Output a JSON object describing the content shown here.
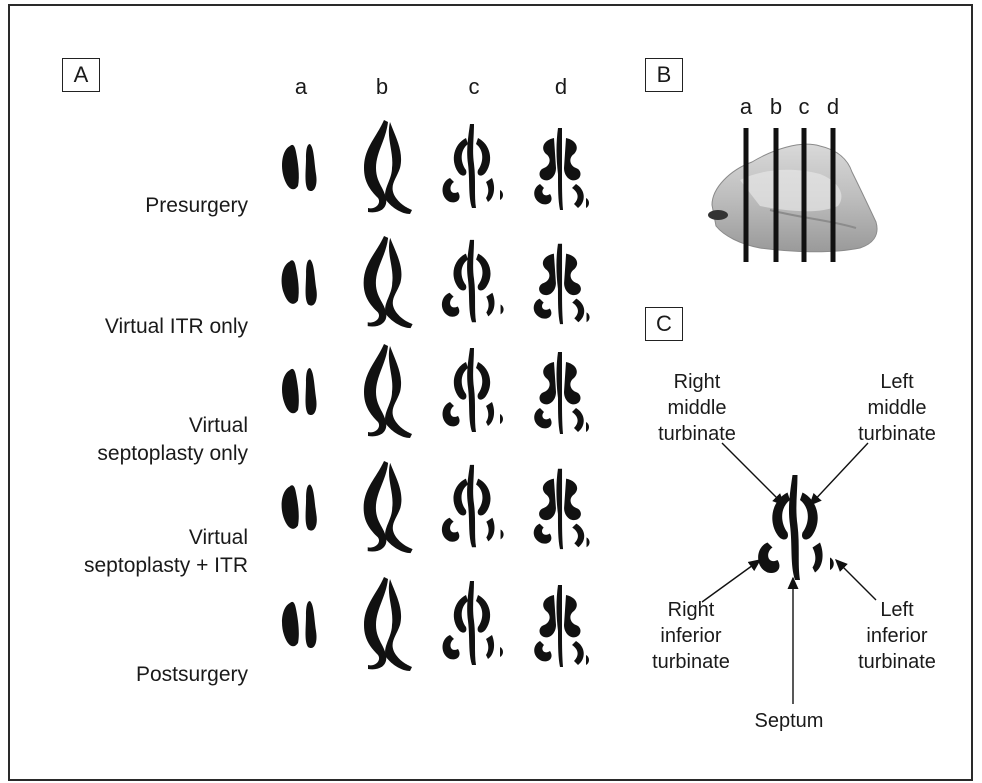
{
  "panels": {
    "a": "A",
    "b": "B",
    "c": "C"
  },
  "columns": [
    "a",
    "b",
    "c",
    "d"
  ],
  "rows": [
    "Presurgery",
    "Virtual ITR only",
    "Virtual\nseptoplasty only",
    "Virtual\nseptoplasty + ITR",
    "Postsurgery"
  ],
  "planes": [
    "a",
    "b",
    "c",
    "d"
  ],
  "annotations": {
    "right_middle": "Right\nmiddle\nturbinate",
    "left_middle": "Left\nmiddle\nturbinate",
    "right_inferior": "Right\ninferior\nturbinate",
    "left_inferior": "Left\ninferior\nturbinate",
    "septum": "Septum"
  }
}
